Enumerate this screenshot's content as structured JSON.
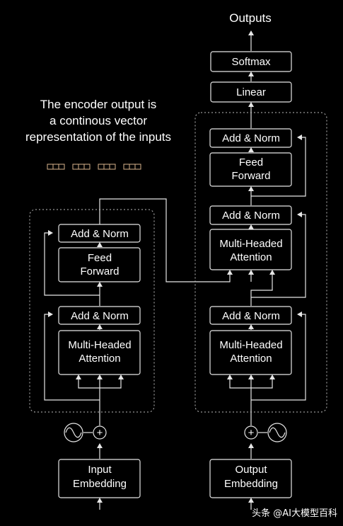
{
  "labels": {
    "outputs": "Outputs",
    "softmax": "Softmax",
    "linear": "Linear",
    "add_norm": "Add & Norm",
    "feed_line1": "Feed",
    "feed_line2": "Forward",
    "mha_line1": "Multi-Headed",
    "mha_line2": "Attention",
    "input_emb_line1": "Input",
    "input_emb_line2": "Embedding",
    "output_emb_line1": "Output",
    "output_emb_line2": "Embedding",
    "plus": "+"
  },
  "annotation": {
    "line1": "The encoder output is",
    "line2": "a continous vector",
    "line3": "representation of the inputs"
  },
  "watermark": "头条 @AI大模型百科",
  "colors": {
    "background": "#000000",
    "box_stroke": "#e6e6e6",
    "vector_cells": "#d9b38c"
  },
  "vector_groups": 4,
  "vector_cells_per_group": 3
}
